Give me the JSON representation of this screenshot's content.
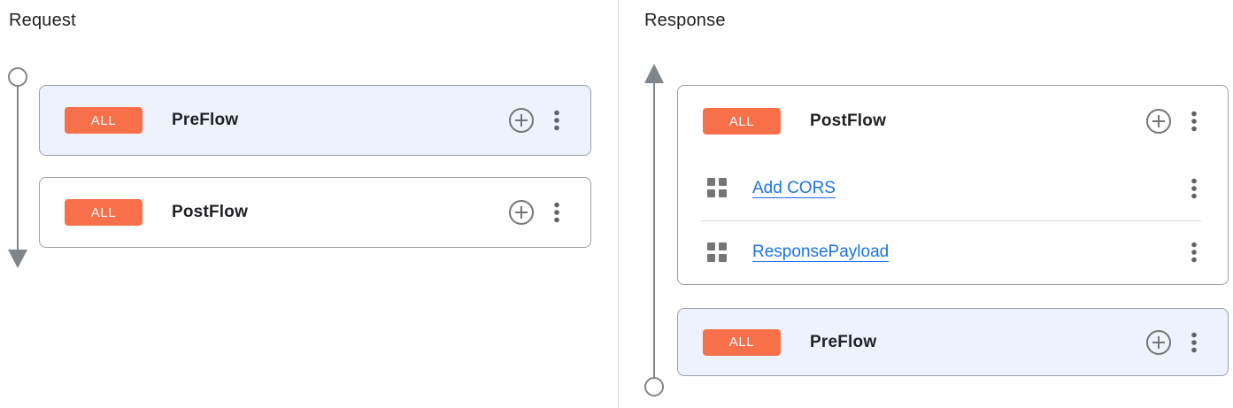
{
  "panels": {
    "request": {
      "title": "Request",
      "flows": [
        {
          "badge": "ALL",
          "label": "PreFlow",
          "highlighted": true
        },
        {
          "badge": "ALL",
          "label": "PostFlow",
          "highlighted": false
        }
      ]
    },
    "response": {
      "title": "Response",
      "flows": [
        {
          "badge": "ALL",
          "label": "PostFlow",
          "highlighted": false,
          "policies": [
            {
              "name": "Add CORS"
            },
            {
              "name": "ResponsePayload"
            }
          ]
        },
        {
          "badge": "ALL",
          "label": "PreFlow",
          "highlighted": true
        }
      ]
    }
  },
  "icons": {
    "add_policy": "plus-circle",
    "more_actions": "kebab-vertical",
    "policy_step": "grid-squares",
    "request_direction": "arrow-down",
    "response_direction": "arrow-up"
  },
  "colors": {
    "badge_bg": "#F7704A",
    "badge_text": "#FFFFFF",
    "link": "#1A73E8",
    "highlight_bg": "#EEF2FC",
    "card_border": "#9AA0A6",
    "timeline": "#80868B",
    "divider": "#DADCE0",
    "text": "#202124",
    "icon": "#5F6368"
  }
}
